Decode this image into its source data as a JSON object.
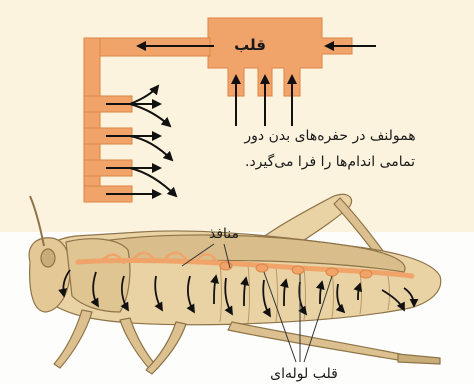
{
  "labels": {
    "heart": "قلب",
    "hemolymph_line1": "همولنف در حفره‌های بدن دور",
    "hemolymph_line2": "تمامی اندام‌ها را فرا می‌گیرد.",
    "spiracles": "منافذ",
    "tubular_heart": "قلب لوله‌ای"
  },
  "colors": {
    "top_panel": "#fbf3de",
    "vessel": "#f0a46a",
    "vessel_dark": "#dc8444",
    "insect_body": "#e9d2a4",
    "insect_shadow": "#c9ad79",
    "insect_outline": "#8e7448",
    "arrow": "#111111"
  }
}
